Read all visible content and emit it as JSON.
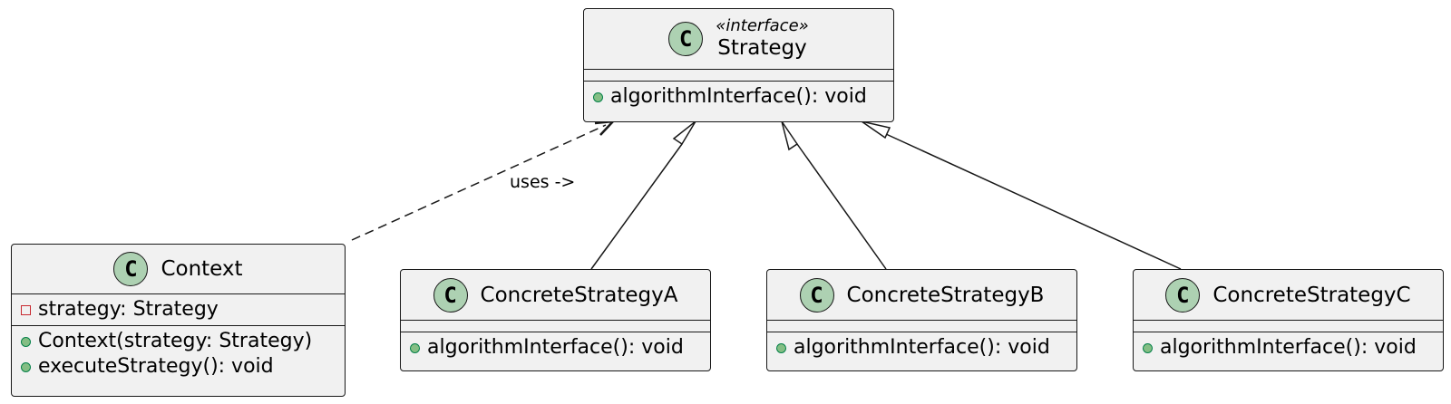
{
  "diagram": {
    "classes": {
      "strategy": {
        "badge": "C",
        "stereotype": "«interface»",
        "name": "Strategy",
        "attributes": [],
        "methods": [
          {
            "visibility": "public",
            "text": "algorithmInterface(): void"
          }
        ]
      },
      "context": {
        "badge": "C",
        "name": "Context",
        "attributes": [
          {
            "visibility": "private",
            "text": "strategy: Strategy"
          }
        ],
        "methods": [
          {
            "visibility": "public",
            "text": "Context(strategy: Strategy)"
          },
          {
            "visibility": "public",
            "text": "executeStrategy(): void"
          }
        ]
      },
      "concrete_a": {
        "badge": "C",
        "name": "ConcreteStrategyA",
        "attributes": [],
        "methods": [
          {
            "visibility": "public",
            "text": "algorithmInterface(): void"
          }
        ]
      },
      "concrete_b": {
        "badge": "C",
        "name": "ConcreteStrategyB",
        "attributes": [],
        "methods": [
          {
            "visibility": "public",
            "text": "algorithmInterface(): void"
          }
        ]
      },
      "concrete_c": {
        "badge": "C",
        "name": "ConcreteStrategyC",
        "attributes": [],
        "methods": [
          {
            "visibility": "public",
            "text": "algorithmInterface(): void"
          }
        ]
      }
    },
    "relations": [
      {
        "from": "context",
        "to": "strategy",
        "type": "dependency",
        "label": "uses ->"
      },
      {
        "from": "concrete_a",
        "to": "strategy",
        "type": "realization"
      },
      {
        "from": "concrete_b",
        "to": "strategy",
        "type": "realization"
      },
      {
        "from": "concrete_c",
        "to": "strategy",
        "type": "realization"
      }
    ],
    "colors": {
      "class_fill": "#f1f1f1",
      "border": "#181818",
      "badge_fill": "#add1b2",
      "public_icon": "#84be84",
      "private_icon": "#c82930"
    }
  }
}
